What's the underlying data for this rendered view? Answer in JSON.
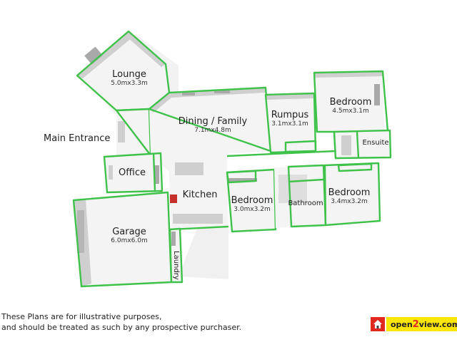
{
  "plan": {
    "accent_color": "#3fc24a",
    "rooms": [
      {
        "id": "lounge",
        "name": "Lounge",
        "dimensions": "5.0mx3.3m"
      },
      {
        "id": "dining-family",
        "name": "Dining / Family",
        "dimensions": "7.1mx4.8m"
      },
      {
        "id": "rumpus",
        "name": "Rumpus",
        "dimensions": "3.1mx3.1m"
      },
      {
        "id": "bedroom-master",
        "name": "Bedroom",
        "dimensions": "4.5mx3.1m"
      },
      {
        "id": "ensuite",
        "name": "Ensuite"
      },
      {
        "id": "office",
        "name": "Office"
      },
      {
        "id": "kitchen",
        "name": "Kitchen"
      },
      {
        "id": "bedroom-2",
        "name": "Bedroom",
        "dimensions": "3.0mx3.2m"
      },
      {
        "id": "bathroom",
        "name": "Bathroom"
      },
      {
        "id": "bedroom-3",
        "name": "Bedroom",
        "dimensions": "3.4mx3.2m"
      },
      {
        "id": "garage",
        "name": "Garage",
        "dimensions": "6.0mx6.0m"
      },
      {
        "id": "laundry",
        "name": "Laundry"
      }
    ],
    "annotations": {
      "main_entrance": "Main Entrance"
    }
  },
  "footer": {
    "disclaimer_line1": "These Plans are for illustrative purposes,",
    "disclaimer_line2": "and should be treated as such by any prospective purchaser.",
    "logo": {
      "prefix": "open",
      "number": "2",
      "suffix": "view.com",
      "icon": "house-icon",
      "colors": {
        "icon_bg": "#e0281f",
        "text_bg": "#ffe600"
      }
    }
  }
}
